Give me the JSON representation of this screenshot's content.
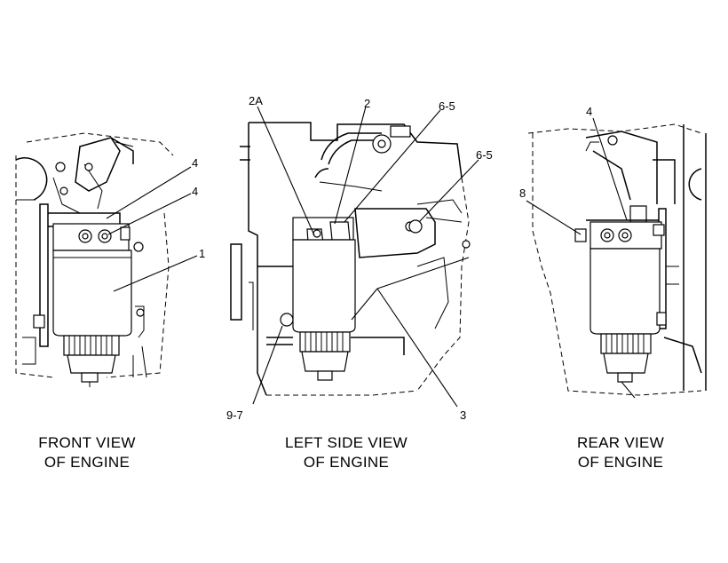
{
  "views": [
    {
      "caption_line1": "FRONT VIEW",
      "caption_line2": "OF ENGINE"
    },
    {
      "caption_line1": "LEFT SIDE VIEW",
      "caption_line2": "OF ENGINE"
    },
    {
      "caption_line1": "REAR VIEW",
      "caption_line2": "OF ENGINE"
    }
  ],
  "callouts": {
    "front_4a": "4",
    "front_4b": "4",
    "front_1": "1",
    "side_2A": "2A",
    "side_2": "2",
    "side_6_5a": "6-5",
    "side_6_5b": "6-5",
    "side_9_7": "9-7",
    "side_3": "3",
    "rear_4": "4",
    "rear_8": "8"
  }
}
